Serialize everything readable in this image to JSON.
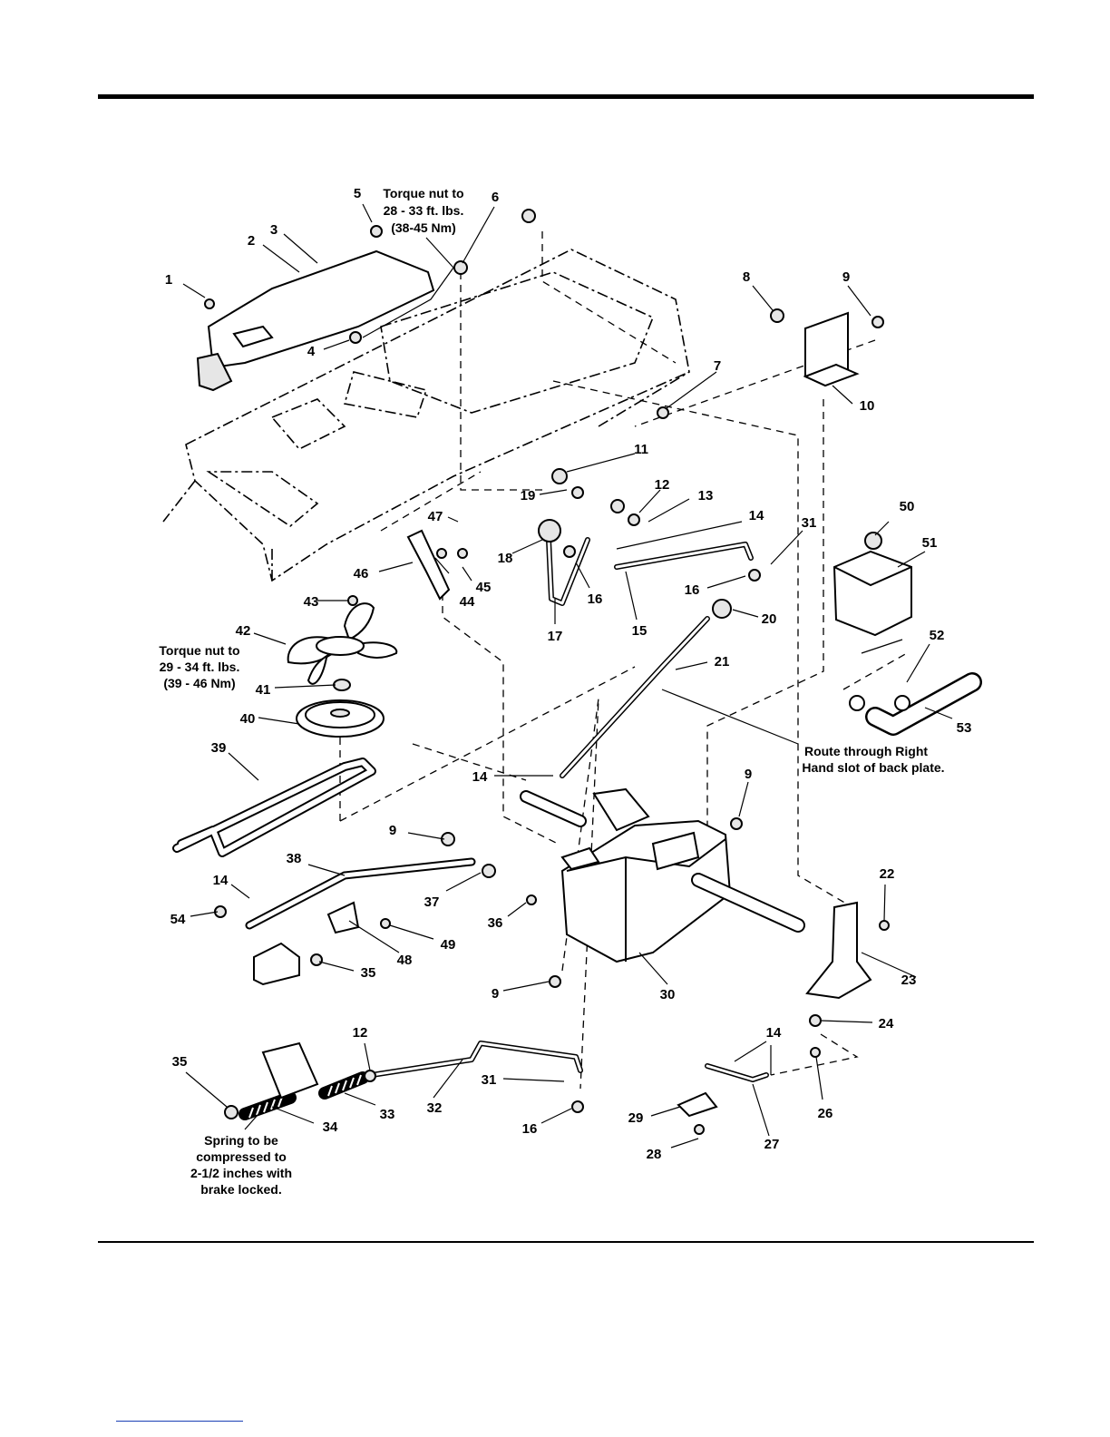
{
  "callouts": [
    {
      "id": "c1",
      "label": "1"
    },
    {
      "id": "c2",
      "label": "2"
    },
    {
      "id": "c3",
      "label": "3"
    },
    {
      "id": "c4",
      "label": "4"
    },
    {
      "id": "c5",
      "label": "5"
    },
    {
      "id": "c6",
      "label": "6"
    },
    {
      "id": "c7",
      "label": "7"
    },
    {
      "id": "c8",
      "label": "8"
    },
    {
      "id": "c9a",
      "label": "9"
    },
    {
      "id": "c10",
      "label": "10"
    },
    {
      "id": "c11",
      "label": "11"
    },
    {
      "id": "c12a",
      "label": "12"
    },
    {
      "id": "c13",
      "label": "13"
    },
    {
      "id": "c14a",
      "label": "14"
    },
    {
      "id": "c31a",
      "label": "31"
    },
    {
      "id": "c19",
      "label": "19"
    },
    {
      "id": "c47",
      "label": "47"
    },
    {
      "id": "c18",
      "label": "18"
    },
    {
      "id": "c16a",
      "label": "16"
    },
    {
      "id": "c46",
      "label": "46"
    },
    {
      "id": "c44",
      "label": "44"
    },
    {
      "id": "c45",
      "label": "45"
    },
    {
      "id": "c17",
      "label": "17"
    },
    {
      "id": "c15",
      "label": "15"
    },
    {
      "id": "c16b",
      "label": "16"
    },
    {
      "id": "c20",
      "label": "20"
    },
    {
      "id": "c50",
      "label": "50"
    },
    {
      "id": "c51",
      "label": "51"
    },
    {
      "id": "c52",
      "label": "52"
    },
    {
      "id": "c53",
      "label": "53"
    },
    {
      "id": "c43",
      "label": "43"
    },
    {
      "id": "c42",
      "label": "42"
    },
    {
      "id": "c41",
      "label": "41"
    },
    {
      "id": "c40",
      "label": "40"
    },
    {
      "id": "c39",
      "label": "39"
    },
    {
      "id": "c21",
      "label": "21"
    },
    {
      "id": "c14b",
      "label": "14"
    },
    {
      "id": "c9b",
      "label": "9"
    },
    {
      "id": "c9c",
      "label": "9"
    },
    {
      "id": "c38",
      "label": "38"
    },
    {
      "id": "c37",
      "label": "37"
    },
    {
      "id": "c14c",
      "label": "14"
    },
    {
      "id": "c54",
      "label": "54"
    },
    {
      "id": "c36",
      "label": "36"
    },
    {
      "id": "c49",
      "label": "49"
    },
    {
      "id": "c48",
      "label": "48"
    },
    {
      "id": "c35a",
      "label": "35"
    },
    {
      "id": "c22",
      "label": "22"
    },
    {
      "id": "c23",
      "label": "23"
    },
    {
      "id": "c9d",
      "label": "9"
    },
    {
      "id": "c30",
      "label": "30"
    },
    {
      "id": "c24",
      "label": "24"
    },
    {
      "id": "c12b",
      "label": "12"
    },
    {
      "id": "c14d",
      "label": "14"
    },
    {
      "id": "c35b",
      "label": "35"
    },
    {
      "id": "c31b",
      "label": "31"
    },
    {
      "id": "c33",
      "label": "33"
    },
    {
      "id": "c32",
      "label": "32"
    },
    {
      "id": "c29",
      "label": "29"
    },
    {
      "id": "c26",
      "label": "26"
    },
    {
      "id": "c34",
      "label": "34"
    },
    {
      "id": "c16c",
      "label": "16"
    },
    {
      "id": "c28",
      "label": "28"
    },
    {
      "id": "c27",
      "label": "27"
    }
  ],
  "notes": {
    "torque_top": [
      "Torque nut to",
      "28 - 33 ft. lbs.",
      "(38-45 Nm)"
    ],
    "torque_left": [
      "Torque nut to",
      "29 - 34 ft. lbs.",
      "(39 - 46 Nm)"
    ],
    "route": [
      "Route through Right",
      "Hand slot of back plate."
    ],
    "spring": [
      "Spring to be",
      "compressed to",
      "2-1/2 inches with",
      "brake locked."
    ]
  }
}
